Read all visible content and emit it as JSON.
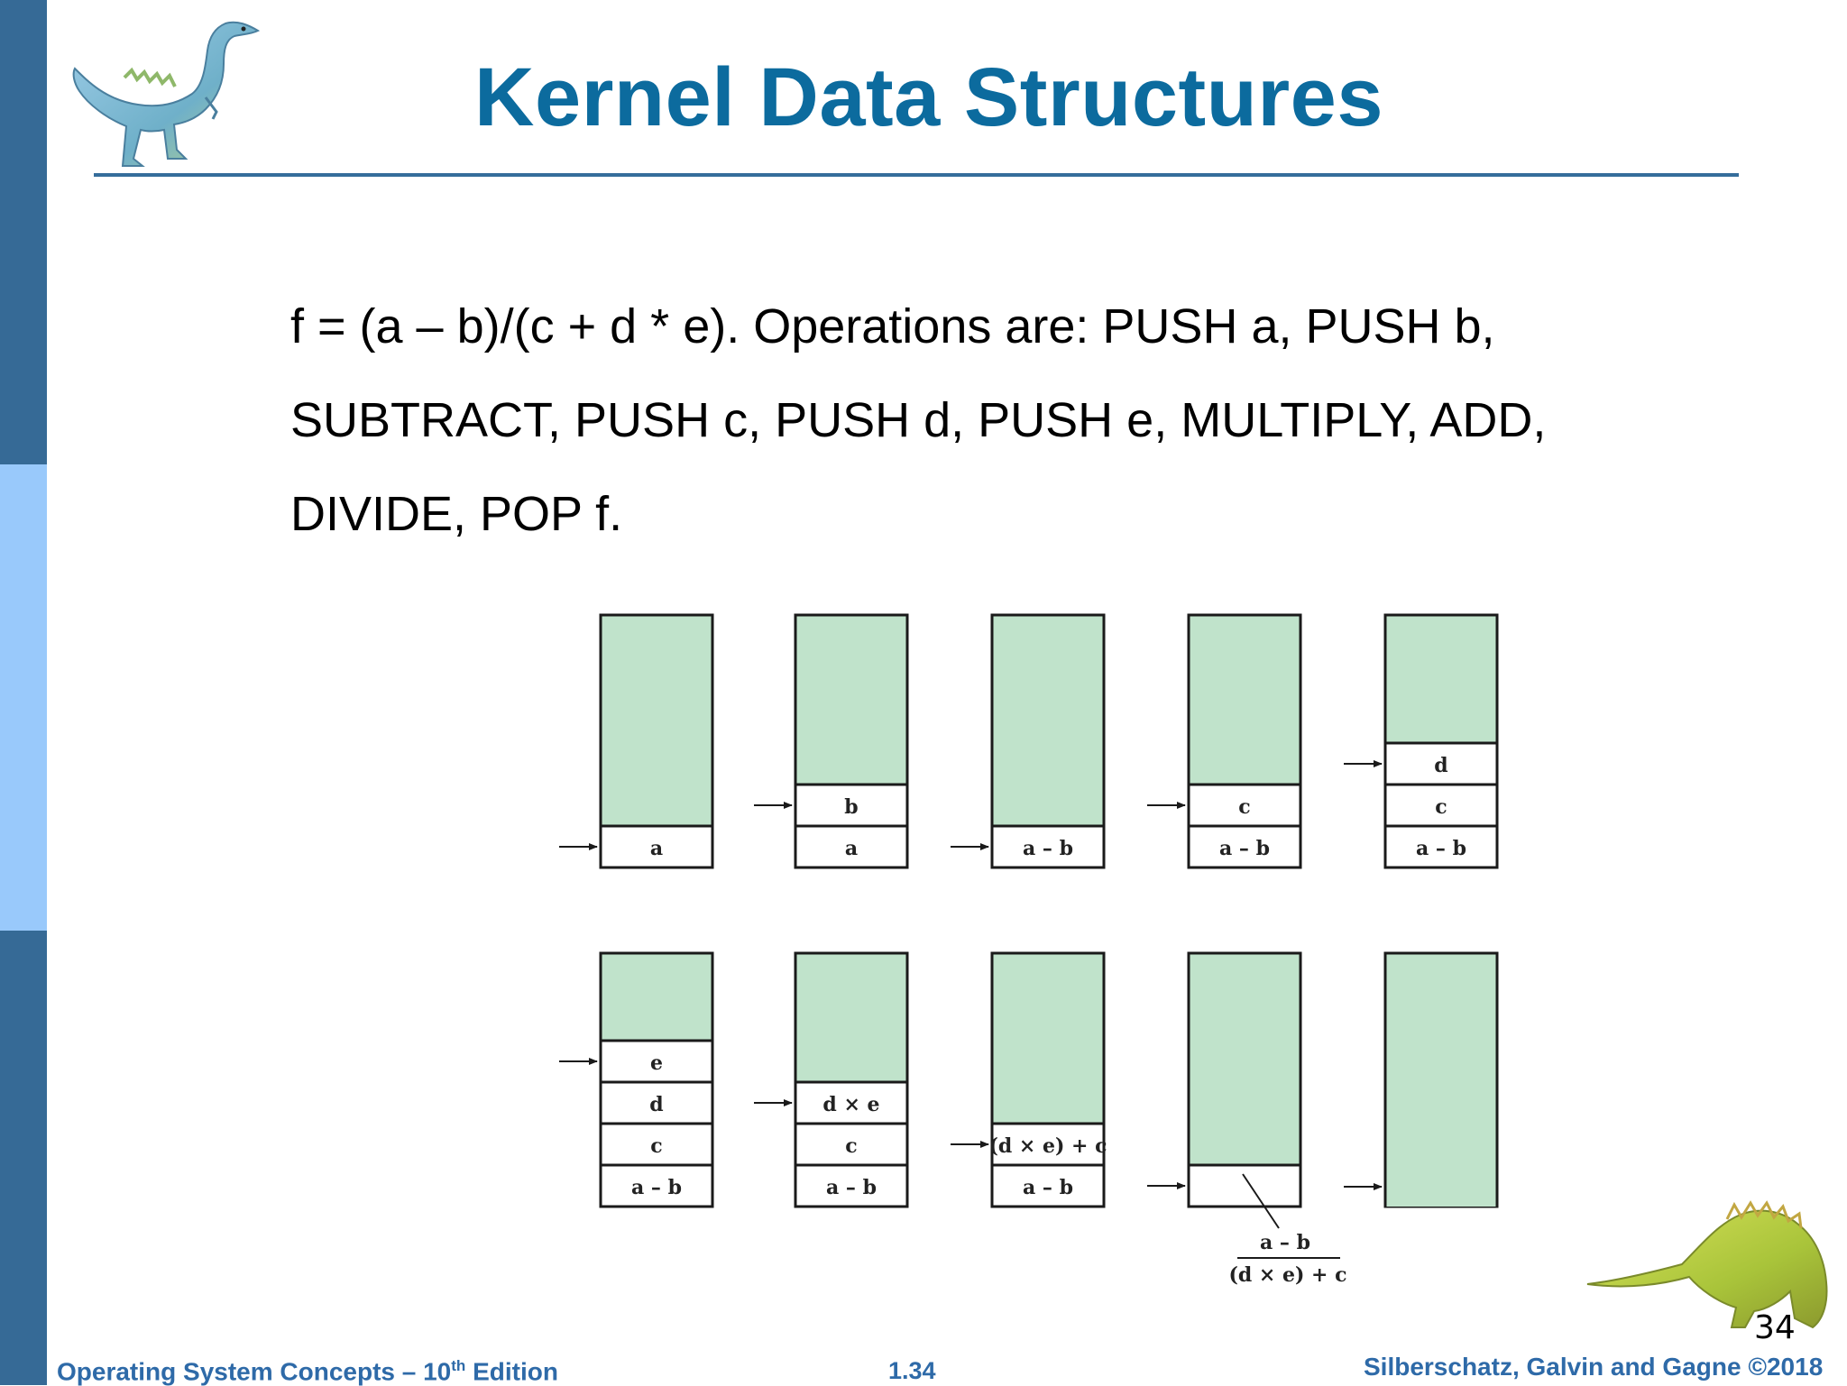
{
  "colors": {
    "sidebar_top": "#366a96",
    "sidebar_mid": "#99c9fb",
    "sidebar_bottom": "#366a96",
    "title": "#0c6b9e",
    "footer": "#2e6aa8",
    "stack_fill": "#c0e3cb",
    "stack_border": "#1a1a1a"
  },
  "slide": {
    "title": "Kernel Data Structures",
    "body_lines": [
      "f = (a – b)/(c + d * e). Operations are: PUSH a, PUSH b,",
      "SUBTRACT, PUSH c, PUSH d, PUSH e, MULTIPLY, ADD,",
      "DIVIDE, POP f."
    ],
    "page_number": "34"
  },
  "footer": {
    "left_prefix": "Operating System Concepts – 10",
    "left_sup": "th",
    "left_suffix": " Edition",
    "center": "1.34",
    "right": "Silberschatz, Galvin and Gagne ©2018"
  },
  "icons": {
    "top_left": "dinosaur-icon",
    "bottom_right": "dinosaur-icon"
  },
  "stack_diagram": {
    "rows": [
      [
        {
          "cells": [
            "a"
          ]
        },
        {
          "cells": [
            "a",
            "b"
          ]
        },
        {
          "cells": [
            "a – b"
          ]
        },
        {
          "cells": [
            "a – b",
            "c"
          ]
        },
        {
          "cells": [
            "a – b",
            "c",
            "d"
          ]
        }
      ],
      [
        {
          "cells": [
            "a – b",
            "c",
            "d",
            "e"
          ]
        },
        {
          "cells": [
            "a – b",
            "c",
            "d × e"
          ]
        },
        {
          "cells": [
            "a – b",
            "(d × e) + c"
          ]
        },
        {
          "cells": [
            ""
          ]
        },
        {
          "cells": []
        }
      ]
    ],
    "fraction": {
      "numerator": "a – b",
      "denominator": "(d × e) + c"
    }
  }
}
